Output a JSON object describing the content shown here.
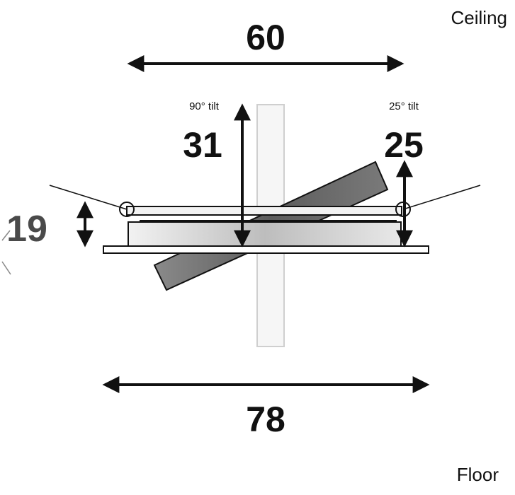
{
  "labels": {
    "ceiling": "Ceiling",
    "floor": "Floor",
    "tilt_90": "90° tilt",
    "tilt_25": "25° tilt"
  },
  "dimensions": {
    "top_width": "60",
    "bottom_width": "78",
    "height_90_tilt": "31",
    "height_25_tilt": "25",
    "recess_depth": "19"
  },
  "colors": {
    "ink": "#111111",
    "label_grey": "#4a4a4a",
    "gradient_light": "#ffffff",
    "gradient_mid": "#c8c8c8",
    "gradient_dark": "#6e6e6e",
    "ghost_fill": "#f4f4f4",
    "ghost_stroke": "#d0d0d0"
  }
}
